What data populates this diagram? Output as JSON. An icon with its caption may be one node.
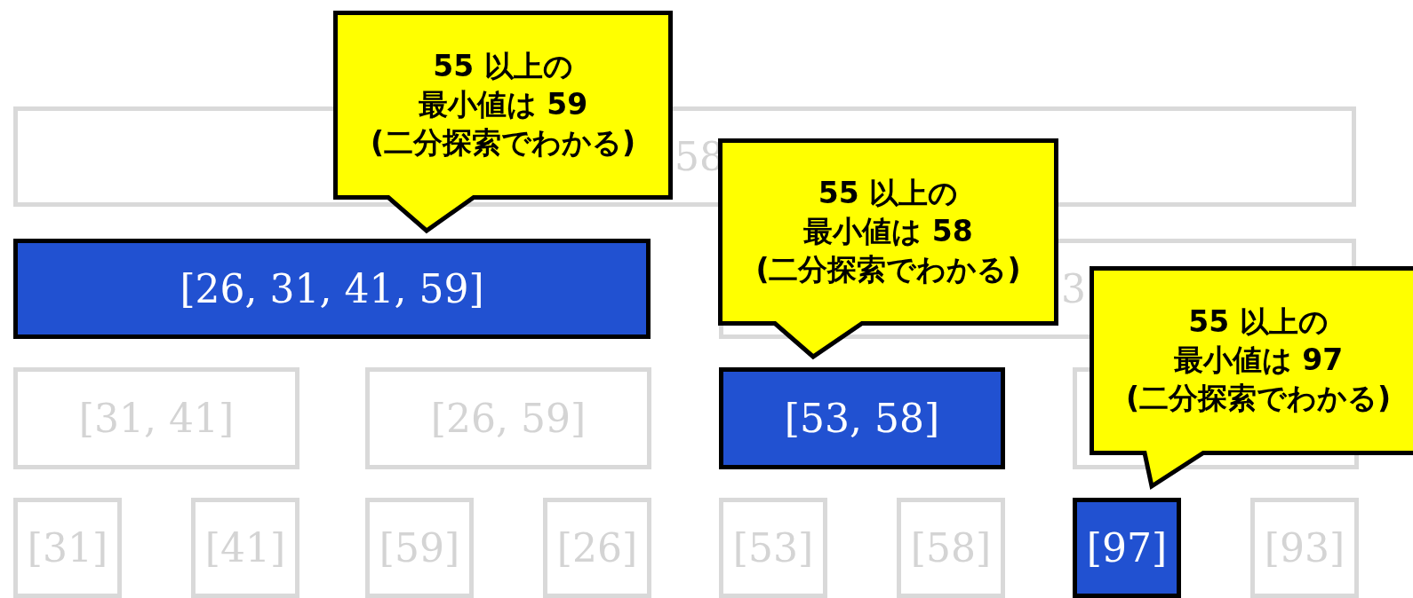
{
  "diagram": {
    "nodes": [
      {
        "text": [
          "55 以上の最小値は 59(二分探索でわかる)"
        ]
      },
      {
        "text": [
          "58"
        ]
      },
      {
        "text": [
          "55 以上の最小値は 58(二分探索でわかる)"
        ]
      },
      {
        "text": [
          "[26, 31, 41, 59]"
        ]
      },
      {
        "text": [
          "3"
        ]
      },
      {
        "text": [
          "55 以上の最小値は 97(二分探索でわかる)"
        ]
      },
      {
        "text": [
          "[31, 41]"
        ]
      },
      {
        "text": [
          "[26, 59]"
        ]
      },
      {
        "text": [
          "[53, 58]"
        ]
      },
      {
        "text": [],
        "shape": "box"
      },
      {
        "text": [
          "[31]"
        ]
      },
      {
        "text": [
          "[41]"
        ]
      },
      {
        "text": [
          "[59]"
        ]
      },
      {
        "text": [
          "[26]"
        ]
      },
      {
        "text": [
          "[53]"
        ]
      },
      {
        "text": [
          "[58]"
        ]
      },
      {
        "text": [
          "[97]"
        ]
      },
      {
        "text": [
          "[93]"
        ]
      }
    ]
  }
}
